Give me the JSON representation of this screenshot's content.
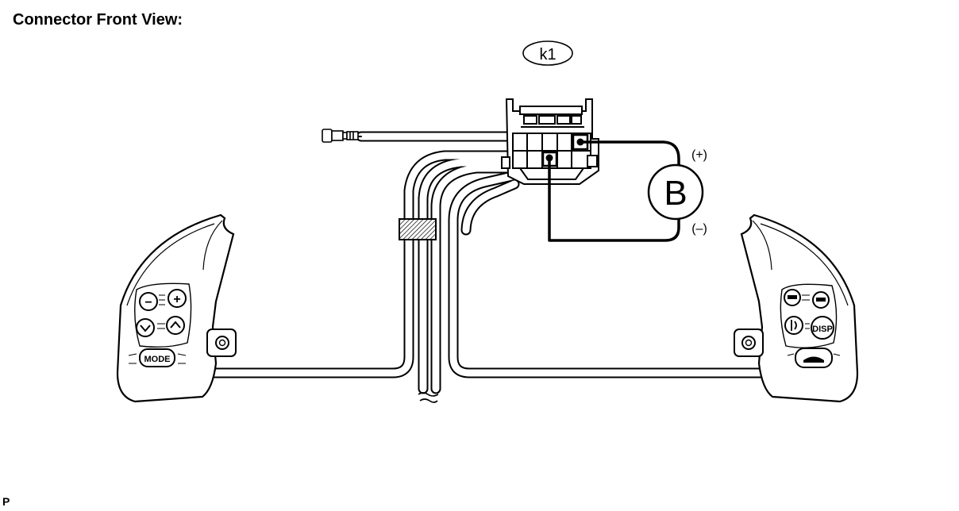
{
  "title": "Connector Front View:",
  "connector_label": "k1",
  "meter_symbol": "B",
  "polarity": {
    "positive": "(+)",
    "negative": "(–)"
  },
  "left_switch": {
    "minus_symbol": "−",
    "plus_symbol": "+",
    "mode_label": "MODE"
  },
  "right_switch": {
    "disp_label": "DISP"
  },
  "footer": "P",
  "colors": {
    "line": "#000000",
    "fill": "#ffffff",
    "shade": "#e6e6e6"
  }
}
